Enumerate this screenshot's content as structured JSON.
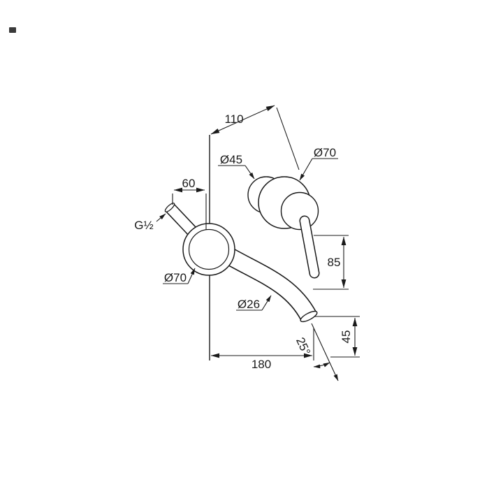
{
  "drawing": {
    "labels": {
      "projection_110": "110",
      "handle_dia_45": "Ø45",
      "handle_dia_70": "Ø70",
      "inlet_60": "60",
      "thread_g12": "G½",
      "spout_flange_dia_70": "Ø70",
      "spout_dia_26": "Ø26",
      "height_85": "85",
      "drop_45": "45",
      "reach_180": "180",
      "stream_angle_25": "25°"
    },
    "colors": {
      "line": "#1a1a1a",
      "background": "#ffffff"
    }
  }
}
